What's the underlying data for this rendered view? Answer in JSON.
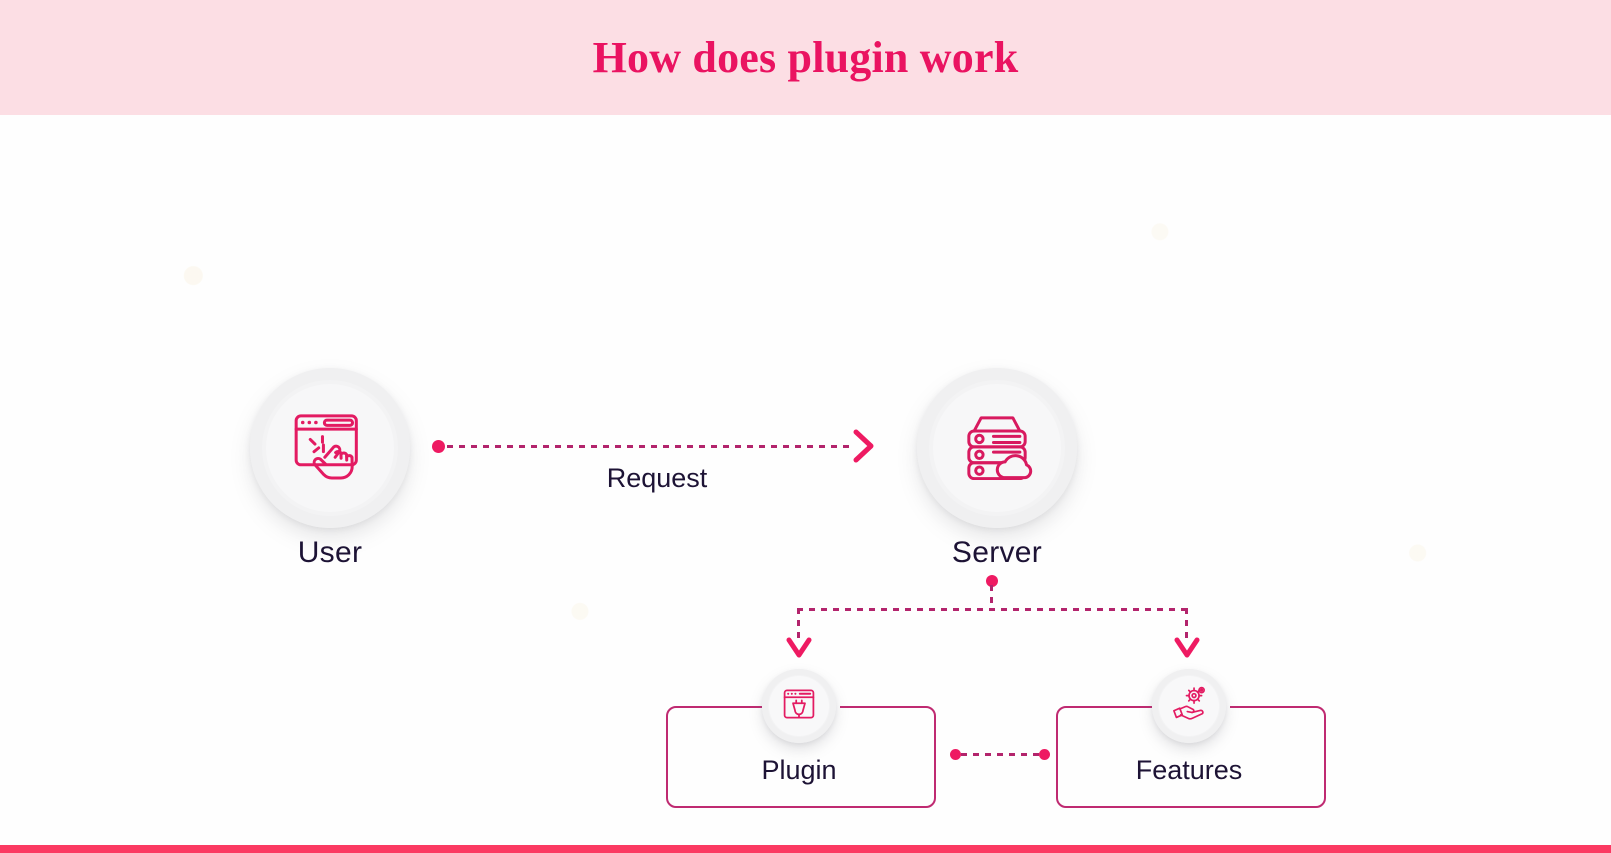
{
  "banner": {
    "title": "How does plugin work",
    "background_color": "#fcdee4",
    "title_color": "#ea1361"
  },
  "theme": {
    "accent_pink": "#ee1a62",
    "line_magenta": "#b3246c",
    "panel_border": "#bf2a71",
    "label_color": "#1d1335",
    "bottom_bar_color": "#fb3a62",
    "canvas_background": "#fefefe"
  },
  "diagram": {
    "type": "flow-diagram",
    "nodes": [
      {
        "id": "user",
        "label": "User",
        "icon": "browser-click-hand-icon",
        "shape": "circle"
      },
      {
        "id": "server",
        "label": "Server",
        "icon": "server-rack-cloud-icon",
        "shape": "circle"
      },
      {
        "id": "plugin",
        "label": "Plugin",
        "icon": "browser-plug-icon",
        "shape": "panel"
      },
      {
        "id": "features",
        "label": "Features",
        "icon": "hand-gears-icon",
        "shape": "panel"
      }
    ],
    "connectors": [
      {
        "id": "request",
        "from": "user",
        "to": "server",
        "label": "Request",
        "style": "dotted",
        "arrow": "chevron-right"
      },
      {
        "id": "server-plugin",
        "from": "server",
        "to": "plugin",
        "label": "",
        "style": "dotted",
        "arrow": "chevron-down"
      },
      {
        "id": "server-features",
        "from": "server",
        "to": "features",
        "label": "",
        "style": "dotted",
        "arrow": "chevron-down"
      },
      {
        "id": "plugin-features",
        "from": "plugin",
        "to": "features",
        "label": "",
        "style": "dotted",
        "arrow": "none"
      }
    ]
  }
}
